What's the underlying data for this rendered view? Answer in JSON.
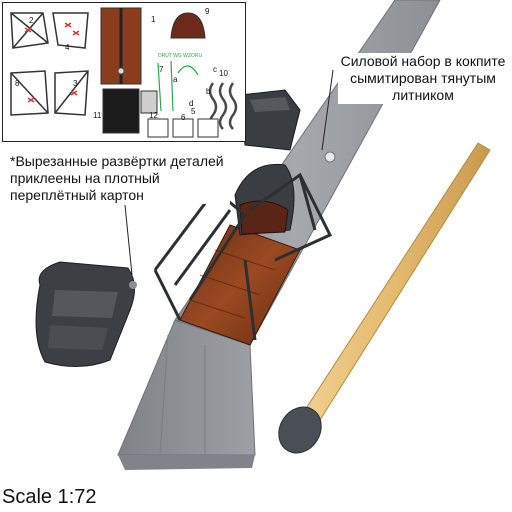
{
  "annotations": {
    "right": "Силовой набор в кокпите сымитирован тянутым литником",
    "left": "*Вырезанные развёртки деталей приклеены на плотный переплётный картон"
  },
  "scale_label": "Scale 1:72",
  "inset": {
    "part_numbers": [
      "1",
      "2",
      "3",
      "4",
      "5",
      "6",
      "7",
      "8",
      "9",
      "10",
      "11",
      "12"
    ],
    "letters": [
      "a",
      "b",
      "c",
      "d"
    ],
    "green_label": "DRUT WG WZORU"
  },
  "colors": {
    "wood": "#8a3d1c",
    "metal": "#9a9ea3",
    "dark_metal": "#3a3d42",
    "match_head": "#4a4f55",
    "match_stick": "#e6c07a",
    "guide_green": "#2aa84a",
    "cut_red": "#d23a3a"
  }
}
